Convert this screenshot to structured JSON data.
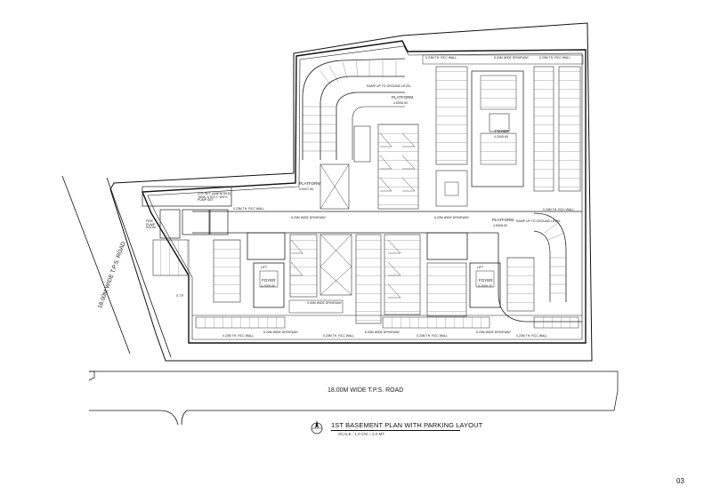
{
  "drawing": {
    "title": "1ST BASEMENT PLAN WITH PARKING LAYOUT",
    "scale": "SCALE : 1.0 CM = 2.0 MT.",
    "sheet_number": "03"
  },
  "roads": {
    "bottom": "18.00M WIDE T.P.S. ROAD",
    "side": "18.00M WIDE T.P.S. ROAD"
  },
  "labels": {
    "rcc_wall": "0.23M TH. RCC WALL",
    "driveway_52": "5.20M WIDE DRIVEWAY",
    "driveway_62": "6.20M WIDE DRIVEWAY",
    "driveway_30": "3.00M WIDE DRIVEWAY",
    "driveway_60": "6.00M WIDE DRIVEWAY",
    "ramp_up": "RAMP UP TO GROUND LEVEL",
    "platform_top": "PLATFORM",
    "platform_top_dim": "4.50X6.00",
    "platform_mid": "PLATFORM",
    "platform_mid_dim": "5.00X7.50",
    "platform_right": "PLATFORM",
    "platform_right_dim": "4.50X6.00",
    "ugwt": "U.G. W.T. (AMENITIES) TANK, 6 N.S.T. WITH PUMP SET",
    "fire_pump": "FIRE PUMP ROOM",
    "foyer": "FOYER",
    "foyer_dim_a": "4.20X5.60",
    "foyer_dim_b": "4.20X5.20",
    "foyer_dim_c": "4.20X5.60",
    "lift": "LIFT",
    "stp": "S.T.P."
  }
}
